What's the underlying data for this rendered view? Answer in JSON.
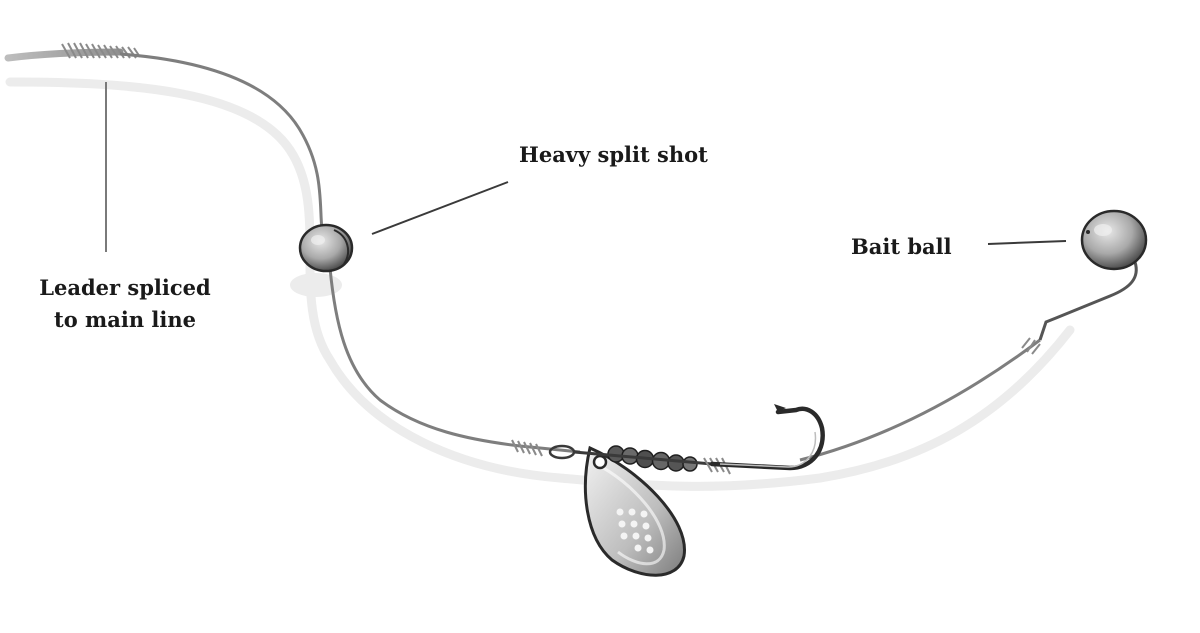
{
  "diagram": {
    "labels": {
      "leader_line1": "Leader spliced",
      "leader_line2": "to main line",
      "split_shot": "Heavy split shot",
      "bait_ball": "Bait ball"
    },
    "colors": {
      "line": "#7a7a7a",
      "shadow": "#e6e6e6",
      "metal_dark": "#3a3a3a",
      "metal_light": "#c8c8c8",
      "text": "#1a1a1a"
    }
  }
}
